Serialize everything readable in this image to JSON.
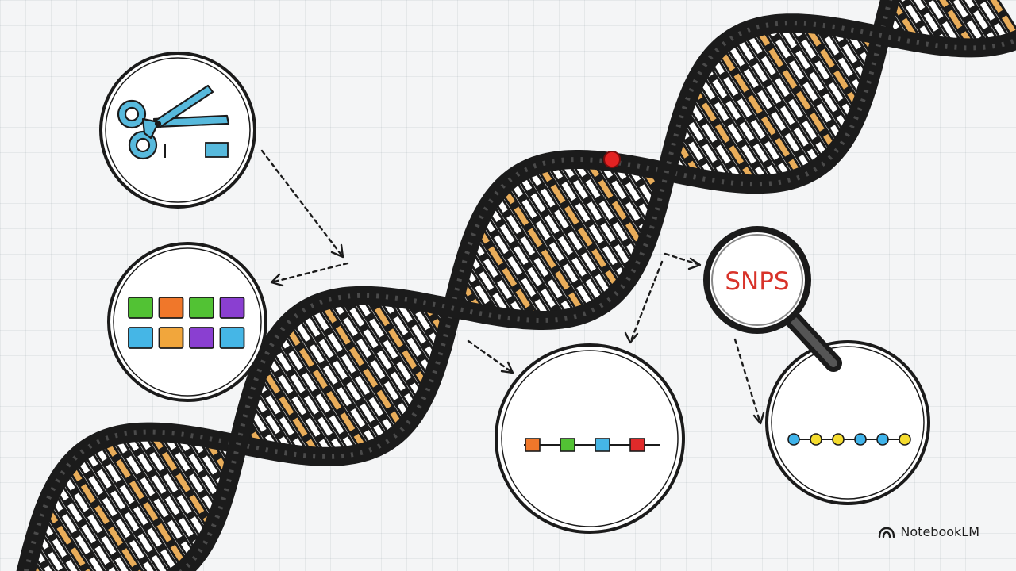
{
  "labels": {
    "snps": "SNPS"
  },
  "brand": {
    "name": "NotebookLM",
    "icon": "notebooklm-logo-icon"
  },
  "icons": [
    "scissors-icon",
    "magnifying-glass-icon"
  ],
  "colors": {
    "outline": "#1b1b1b",
    "strand": "#1b1b1b",
    "rung_white": "#ffffff",
    "rung_orange": "#e9ad5a",
    "mutation_red": "#e32222",
    "snp_text": "#d8332a",
    "scissors_blue": "#57b9dc",
    "green": "#52c234",
    "orange": "#f0772a",
    "purple": "#8a3fd1",
    "cyan": "#45b6e6",
    "amber": "#f1a63c",
    "red": "#e02a2a",
    "yellow": "#f5dc2e",
    "light_blue": "#3fb3ea"
  },
  "grid_panel": {
    "rows": [
      [
        "green",
        "orange",
        "green",
        "purple"
      ],
      [
        "cyan",
        "amber",
        "purple",
        "cyan"
      ]
    ]
  },
  "marker_chain": {
    "markers": [
      "orange",
      "green",
      "cyan",
      "red"
    ]
  },
  "snp_chain": {
    "beads": [
      "light_blue",
      "yellow",
      "yellow",
      "light_blue",
      "light_blue",
      "yellow"
    ]
  }
}
